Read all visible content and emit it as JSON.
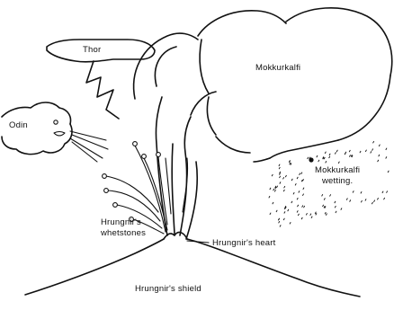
{
  "labels": {
    "thor": "Thor",
    "odin": "Odin",
    "mokkurkalfi": "Mokkurkalfi",
    "mokkurkalfi_wetting": "Mokkurkalfi wetting.",
    "whetstones_line1": "Hrungnir's",
    "whetstones_line2": "whetstones",
    "heart": "Hrungnir's heart",
    "shield": "Hrungnir's shield"
  },
  "colors": {
    "ink": "#111111",
    "paper": "#ffffff"
  }
}
